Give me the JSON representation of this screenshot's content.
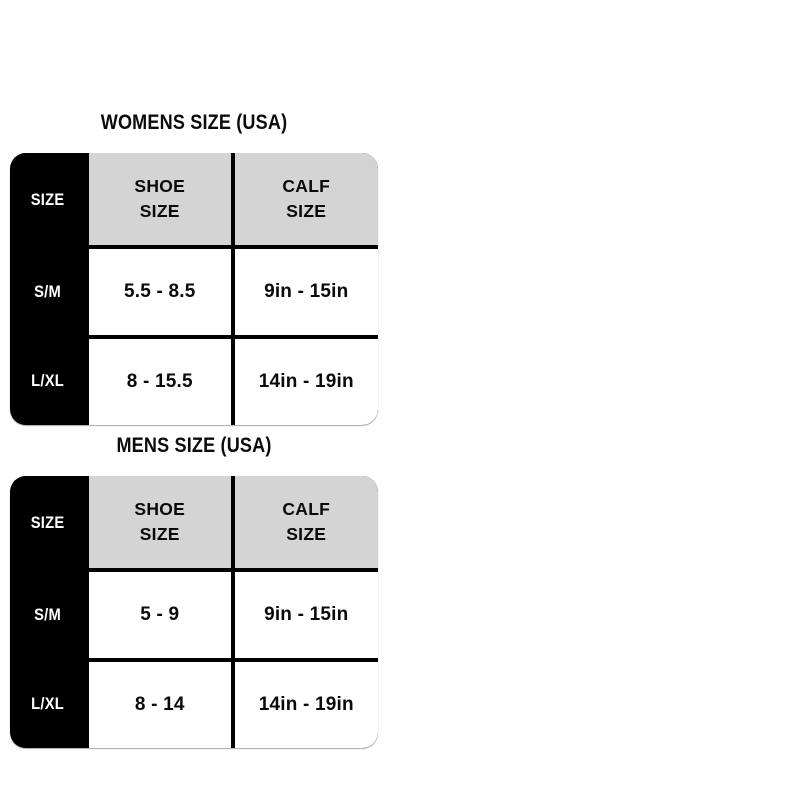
{
  "page": {
    "background_color": "#ffffff",
    "accent_color": "#000000",
    "header_fill_color": "#d4d4d4",
    "cell_fill_color": "#ffffff",
    "label_text_color": "#ffffff"
  },
  "charts": [
    {
      "id": "womens",
      "title": "WOMENS SIZE (USA)",
      "corner_label": "SIZE",
      "headers": [
        {
          "line1": "SHOE",
          "line2": "SIZE"
        },
        {
          "line1": "CALF",
          "line2": "SIZE"
        }
      ],
      "rows": [
        {
          "label": "S/M",
          "shoe_size": "5.5 - 8.5",
          "calf_size": "9in - 15in"
        },
        {
          "label": "L/XL",
          "shoe_size": "8 - 15.5",
          "calf_size": "14in - 19in"
        }
      ]
    },
    {
      "id": "mens",
      "title": "MENS SIZE (USA)",
      "corner_label": "SIZE",
      "headers": [
        {
          "line1": "SHOE",
          "line2": "SIZE"
        },
        {
          "line1": "CALF",
          "line2": "SIZE"
        }
      ],
      "rows": [
        {
          "label": "S/M",
          "shoe_size": "5 - 9",
          "calf_size": "9in - 15in"
        },
        {
          "label": "L/XL",
          "shoe_size": "8 - 14",
          "calf_size": "14in - 19in"
        }
      ]
    }
  ]
}
